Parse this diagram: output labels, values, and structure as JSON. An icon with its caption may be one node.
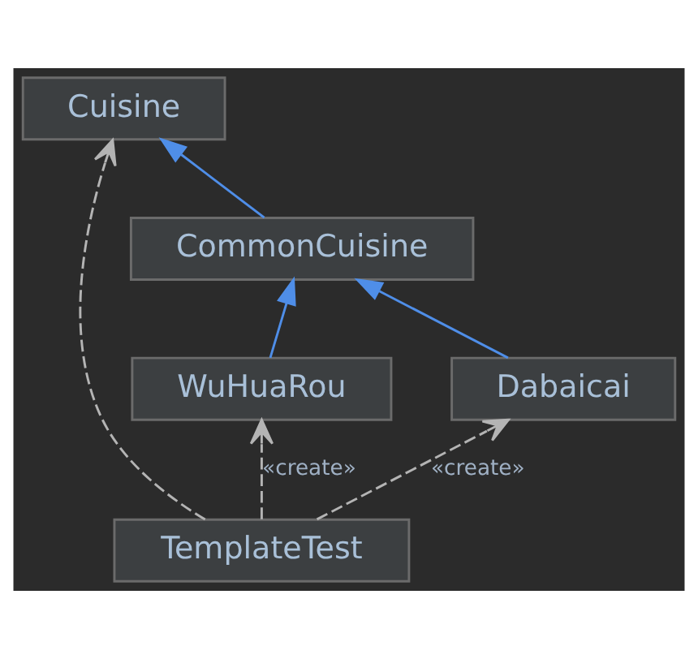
{
  "diagram": {
    "nodes": [
      {
        "text": [
          "Cuisine"
        ]
      },
      {
        "text": [
          "CommonCuisine"
        ]
      },
      {
        "text": [
          "WuHuaRou"
        ]
      },
      {
        "text": [
          "Dabaicai"
        ]
      },
      {
        "text": [
          "TemplateTest"
        ]
      }
    ],
    "edges": [
      {
        "from": 1,
        "to": 0,
        "arrow": "to",
        "color": "#4f8ee8"
      },
      {
        "from": 2,
        "to": 1,
        "arrow": "to",
        "color": "#4f8ee8"
      },
      {
        "from": 3,
        "to": 1,
        "arrow": "to",
        "color": "#4f8ee8"
      },
      {
        "from": 4,
        "to": 2,
        "arrow": "to",
        "style": "dashed",
        "color": "#b4b4b4",
        "label": "«create»"
      },
      {
        "from": 4,
        "to": 3,
        "arrow": "to",
        "style": "dashed",
        "color": "#b4b4b4",
        "label": "«create»"
      },
      {
        "from": 4,
        "to": 0,
        "arrow": "to",
        "style": "dashed",
        "color": "#b4b4b4"
      }
    ]
  }
}
